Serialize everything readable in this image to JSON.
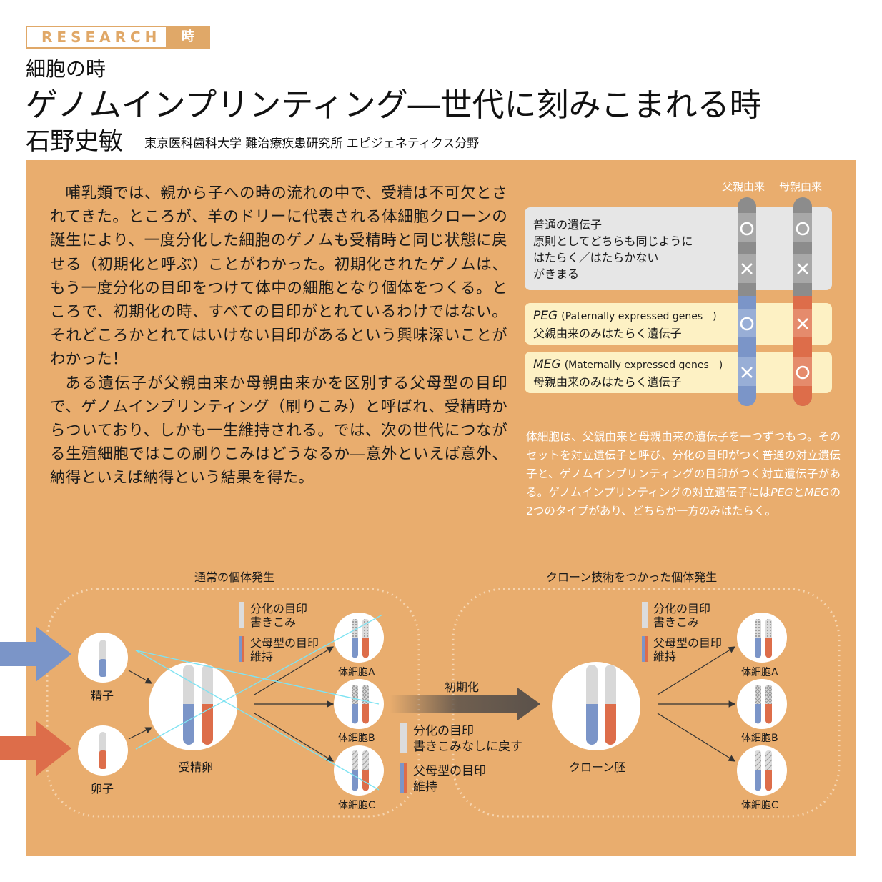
{
  "header": {
    "badge_label": "RESEARCH",
    "badge_kanji": "時",
    "series": "細胞の時",
    "title": "ゲノムインプリンティング―世代に刻みこまれる時",
    "author": "石野史敏",
    "affiliation": "東京医科歯科大学 難治療疾患研究所 エピジェネティクス分野"
  },
  "body": {
    "paragraph1": "哺乳類では、親から子への時の流れの中で、受精は不可欠とされてきた。ところが、羊のドリーに代表される体細胞クローンの誕生により、一度分化した細胞のゲノムも受精時と同じ状態に戻せる（初期化と呼ぶ）ことがわかった。初期化されたゲノムは、もう一度分化の目印をつけて体中の細胞となり個体をつくる。ところで、初期化の時、すべての目印がとれているわけではない。それどころかとれてはいけない目印があるという興味深いことがわかった！",
    "paragraph2": "ある遺伝子が父親由来か母親由来かを区別する父母型の目印で、ゲノムインプリンティング（刷りこみ）と呼ばれ、受精時からついており、しかも一生維持される。では、次の世代につながる生殖細胞ではこの刷りこみはどうなるか―意外といえば意外、納得といえば納得という結果を得た。"
  },
  "gene_chart": {
    "paternal_label": "父親由来",
    "maternal_label": "母親由来",
    "normal_title": "普通の遺伝子",
    "normal_desc_1": "原則としてどちらも同じように",
    "normal_desc_2": "はたらく／はたらかない",
    "normal_desc_3": "がきまる",
    "peg_term": "PEG",
    "peg_en": "(Paternally expressed genes　)",
    "peg_desc": "父親由来のみはたらく遺伝子",
    "meg_term": "MEG",
    "meg_en": "(Maternally expressed genes　)",
    "meg_desc": "母親由来のみはたらく遺伝子",
    "colors": {
      "paternal": "#7b95c8",
      "maternal": "#dd6d4a",
      "grey": "#8c8c8c"
    }
  },
  "caption": {
    "part1": "体細胞は、父親由来と母親由来の遺伝子を一つずつもつ。そのセットを対立遺伝子と呼び、分化の目印がつく普通の対立遺伝子と、ゲノムインプリンティングの目印がつく対立遺伝子がある。ゲノムインプリンティングの対立遺伝子には",
    "peg": "PEG",
    "to": "と",
    "meg": "MEG",
    "part2": "の2つのタイプがあり、どちらか一方のみはたらく。"
  },
  "diagram": {
    "left_title": "通常の個体発生",
    "right_title": "クローン技術をつかった個体発生",
    "sperm": "精子",
    "egg": "卵子",
    "zygote": "受精卵",
    "legend_diff_1": "分化の目印",
    "legend_diff_2": "書きこみ",
    "legend_imp_1": "父母型の目印",
    "legend_imp_2": "維持",
    "cell_a": "体細胞A",
    "cell_b": "体細胞B",
    "cell_c": "体細胞C",
    "reprogram": "初期化",
    "reset_1": "分化の目印",
    "reset_2": "書きこみなしに戻す",
    "keep_1": "父母型の目印",
    "keep_2": "維持",
    "clone_embryo": "クローン胚"
  }
}
